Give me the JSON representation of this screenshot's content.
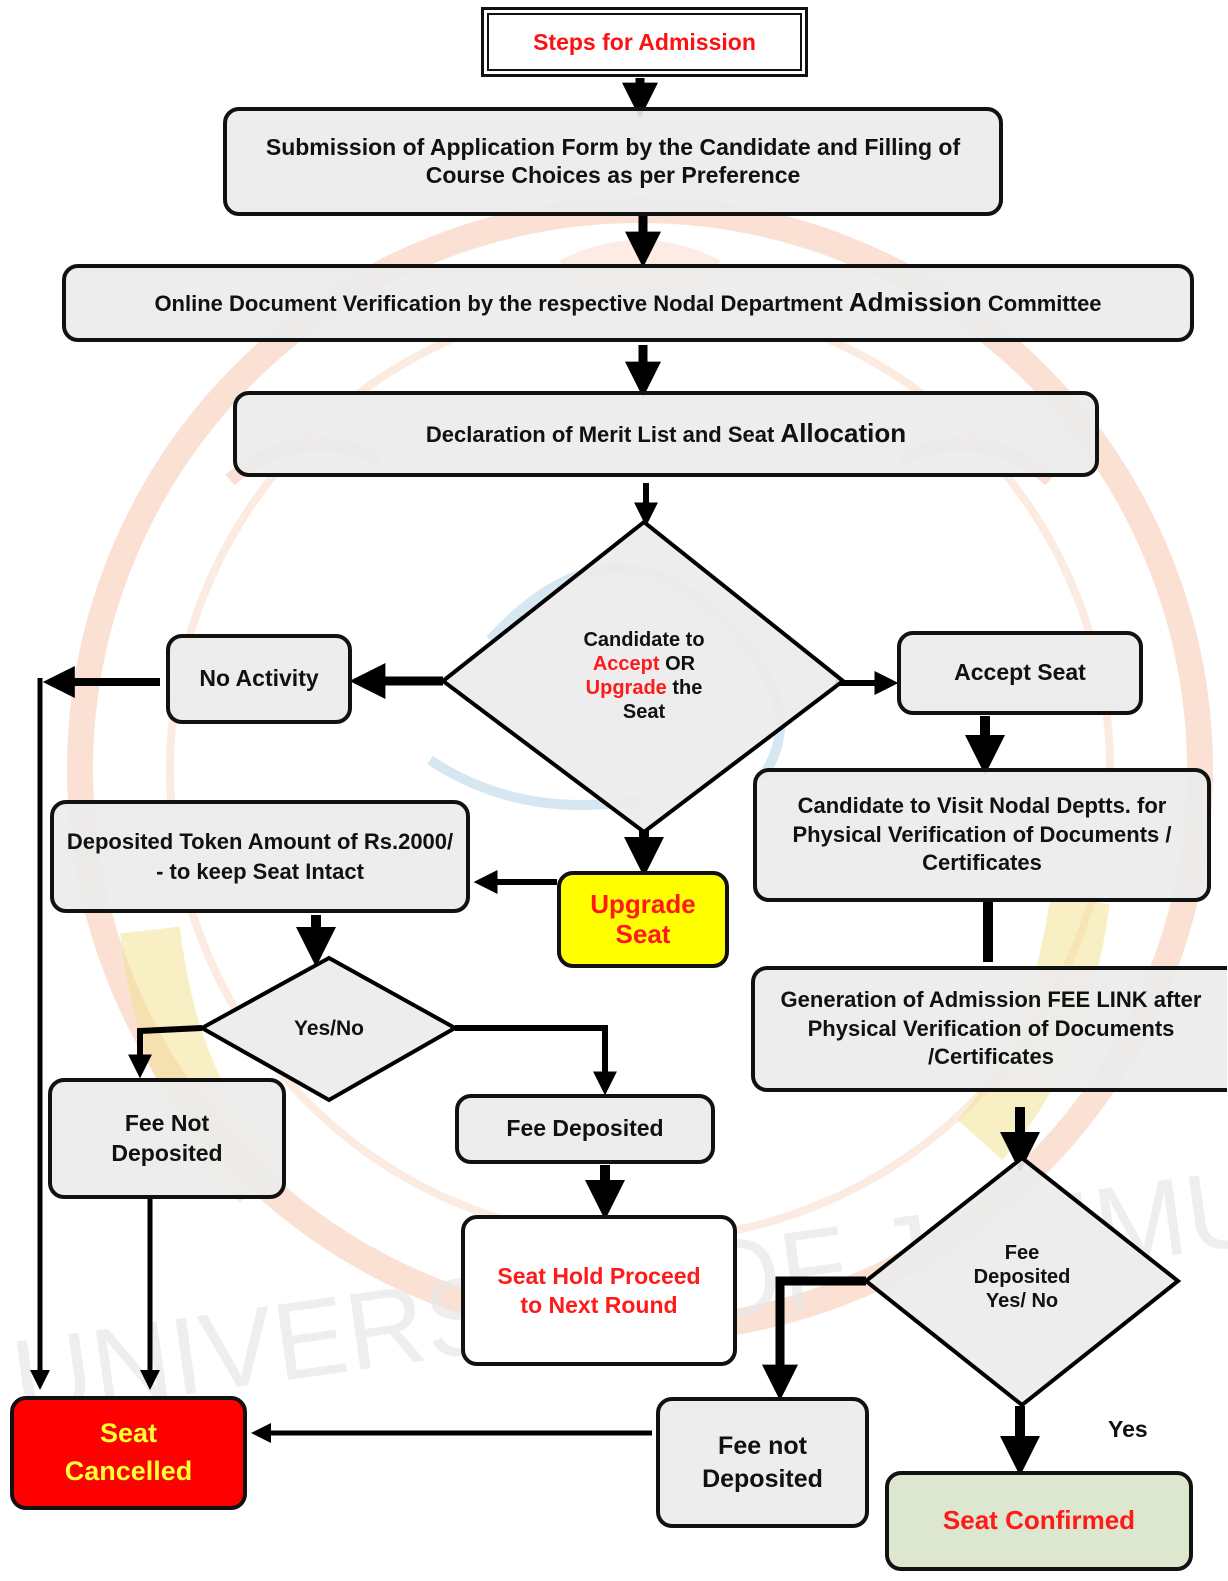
{
  "title": "Steps for Admission",
  "watermark": {
    "text": "UNIVERSITY OF JAMMU"
  },
  "steps": {
    "submission": "Submission of Application Form by the Candidate and Filling of Course Choices as per Preference",
    "verification_prefix": "Online Document Verification by the respective Nodal Department ",
    "verification_big": "Admission",
    "verification_suffix": " Committee",
    "merit_prefix": "Declaration of Merit List and Seat ",
    "merit_big": "Allocation"
  },
  "decision_main": {
    "line1": "Candidate to",
    "accept": "Accept",
    "or": " OR",
    "upgrade": "Upgrade",
    "the": " the",
    "line4": "Seat"
  },
  "no_activity": "No Activity",
  "accept_seat": "Accept Seat",
  "upgrade_seat": "Upgrade Seat",
  "token": "Deposited Token Amount of Rs.2000/ - to keep Seat Intact",
  "yes_no": "Yes/No",
  "fee_not_deposited_left": "Fee Not Deposited",
  "fee_deposited": "Fee Deposited",
  "seat_hold": "Seat Hold Proceed to Next Round",
  "visit_nodal": "Candidate to Visit Nodal Deptts. for Physical Verification of Documents / Certificates",
  "fee_link": "Generation of Admission FEE LINK after Physical Verification of Documents /Certificates",
  "fee_decision": {
    "line1": "Fee",
    "line2": "Deposited",
    "line3": "Yes/ No"
  },
  "fee_not_deposited_right": "Fee not Deposited",
  "yes_label": "Yes",
  "seat_cancelled": "Seat Cancelled",
  "seat_confirmed": "Seat Confirmed",
  "colors": {
    "accent_red": "#ff1a1a",
    "upgrade_fill": "#ffff00",
    "cancelled_fill": "#ff0000",
    "cancelled_text": "#ffff33",
    "confirmed_fill": "#dde6cf",
    "box_fill": "#ececec",
    "line": "#000000"
  }
}
